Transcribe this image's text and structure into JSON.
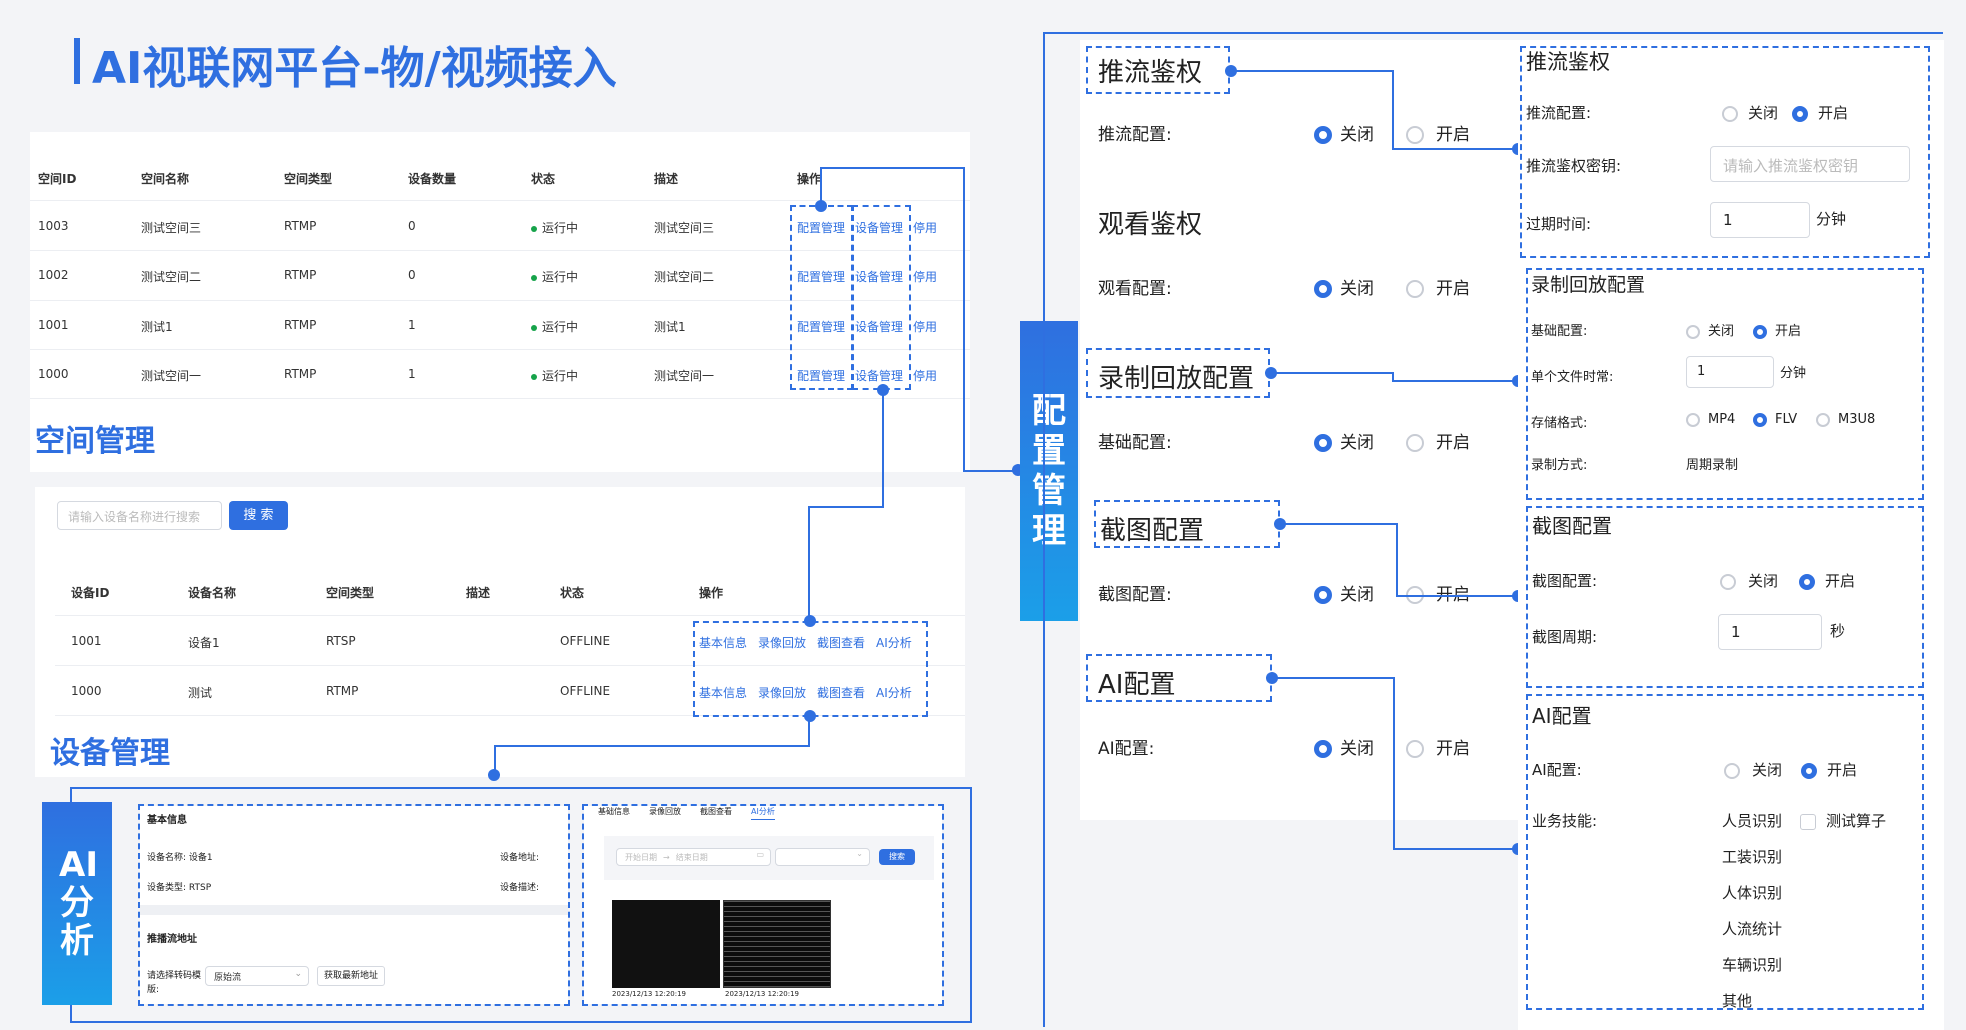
{
  "title": "AI视联网平台-物/视频接入",
  "space": {
    "headers": [
      "空间ID",
      "空间名称",
      "空间类型",
      "设备数量",
      "状态",
      "描述",
      "操作"
    ],
    "rows": [
      {
        "id": "1003",
        "name": "测试空间三",
        "type": "RTMP",
        "count": "0",
        "status": "运行中",
        "desc": "测试空间三"
      },
      {
        "id": "1002",
        "name": "测试空间二",
        "type": "RTMP",
        "count": "0",
        "status": "运行中",
        "desc": "测试空间二"
      },
      {
        "id": "1001",
        "name": "测试1",
        "type": "RTMP",
        "count": "1",
        "status": "运行中",
        "desc": "测试1"
      },
      {
        "id": "1000",
        "name": "测试空间一",
        "type": "RTMP",
        "count": "1",
        "status": "运行中",
        "desc": "测试空间一"
      }
    ],
    "actions": [
      "配置管理",
      "设备管理",
      "停用"
    ],
    "label": "空间管理"
  },
  "device": {
    "search_placeholder": "请输入设备名称进行搜索",
    "search_btn": "搜 索",
    "headers": [
      "设备ID",
      "设备名称",
      "空间类型",
      "描述",
      "状态",
      "操作"
    ],
    "rows": [
      {
        "id": "1001",
        "name": "设备1",
        "type": "RTSP",
        "status": "OFFLINE"
      },
      {
        "id": "1000",
        "name": "测试",
        "type": "RTMP",
        "status": "OFFLINE"
      }
    ],
    "actions": [
      "基本信息",
      "录像回放",
      "截图查看",
      "AI分析"
    ],
    "label": "设备管理"
  },
  "ai": {
    "band": "AI分析",
    "basic_title": "基本信息",
    "dev_name": "设备名称: 设备1",
    "dev_type": "设备类型: RTSP",
    "dev_addr": "设备地址:",
    "dev_desc": "设备描述:",
    "stream_title": "推播流地址",
    "stream_label": "请选择转码模版:",
    "stream_value": "原始流",
    "stream_btn": "获取最新地址",
    "tabs": [
      "基础信息",
      "录像回放",
      "截图查看",
      "AI分析"
    ],
    "start_ph": "开始日期",
    "end_ph": "结束日期",
    "search_btn": "搜索",
    "ts1": "2023/12/13 12:20:19",
    "ts2": "2023/12/13 12:20:19"
  },
  "config": {
    "band": "配置管理",
    "push_title": "推流鉴权",
    "push_label": "推流配置:",
    "watch_title": "观看鉴权",
    "watch_label": "观看配置:",
    "record_title": "录制回放配置",
    "record_label": "基础配置:",
    "shot_title": "截图配置",
    "shot_label": "截图配置:",
    "ai_title": "AI配置",
    "ai_label": "AI配置:",
    "off": "关闭",
    "on": "开启"
  },
  "detail": {
    "push": {
      "title": "推流鉴权",
      "cfg": "推流配置:",
      "key": "推流鉴权密钥:",
      "key_ph": "请输入推流鉴权密钥",
      "exp": "过期时间:",
      "exp_val": "1",
      "unit": "分钟"
    },
    "record": {
      "title": "录制回放配置",
      "basic": "基础配置:",
      "dur": "单个文件时常:",
      "dur_val": "1",
      "unit": "分钟",
      "fmt": "存储格式:",
      "fmts": [
        "MP4",
        "FLV",
        "M3U8"
      ],
      "mode": "录制方式:",
      "mode_val": "周期录制"
    },
    "shot": {
      "title": "截图配置",
      "cfg": "截图配置:",
      "period": "截图周期:",
      "period_val": "1",
      "unit": "秒"
    },
    "ai": {
      "title": "AI配置",
      "cfg": "AI配置:",
      "skills": "业务技能:",
      "skill_list": [
        "人员识别",
        "工装识别",
        "人体识别",
        "人流统计",
        "车辆识别",
        "其他"
      ],
      "extra": "测试算子"
    }
  }
}
